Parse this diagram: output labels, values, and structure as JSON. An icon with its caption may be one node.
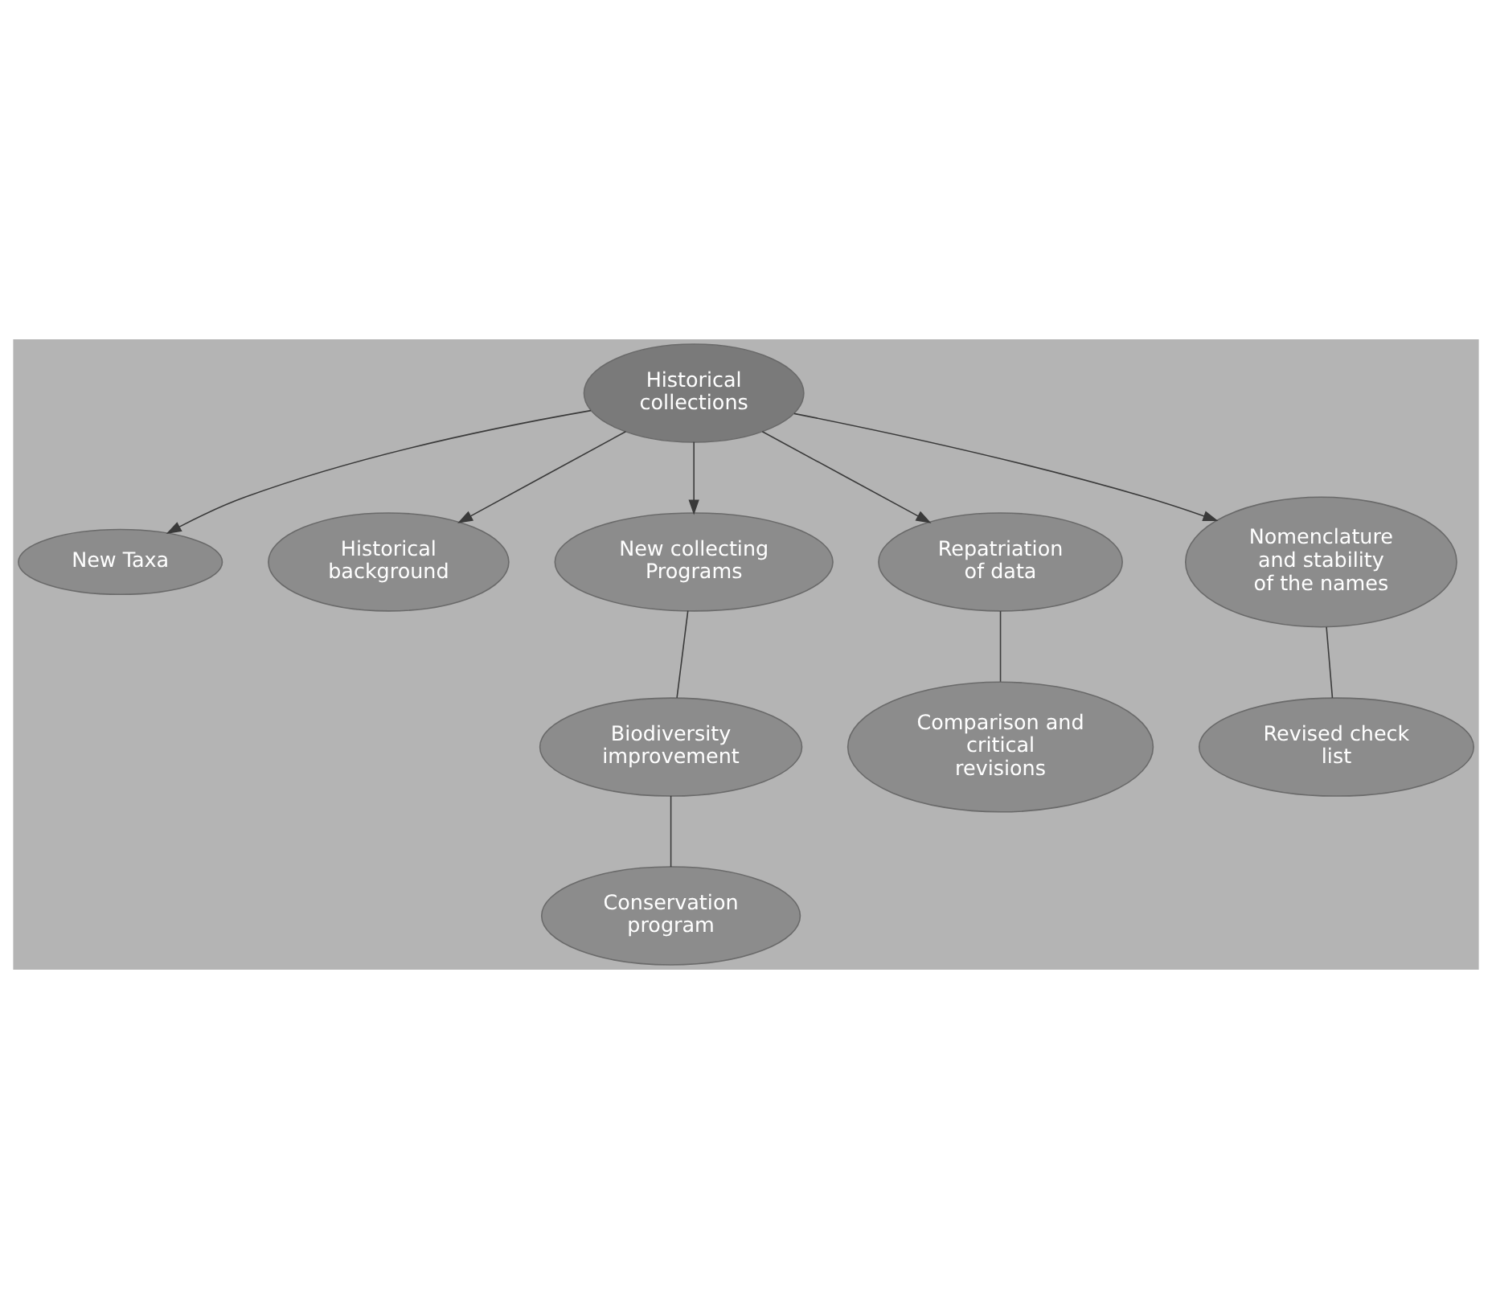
{
  "diagram": {
    "nodes": [
      {
        "text": [
          "Historical collections"
        ]
      },
      {
        "text": [
          "New Taxa"
        ]
      },
      {
        "text": [
          "Historical background"
        ]
      },
      {
        "text": [
          "New collecting Programs"
        ]
      },
      {
        "text": [
          "Repatriation of data"
        ]
      },
      {
        "text": [
          "Nomenclature and stability of the names"
        ]
      },
      {
        "text": [
          "Biodiversity improvement"
        ]
      },
      {
        "text": [
          "Comparison and critical revisions"
        ]
      },
      {
        "text": [
          "Revised check list"
        ]
      },
      {
        "text": [
          "Conservation program"
        ]
      }
    ],
    "edges": [
      {
        "from": 0,
        "to": 1,
        "arrow": "to"
      },
      {
        "from": 0,
        "to": 3,
        "arrow": "to"
      },
      {
        "from": 0,
        "to": 4,
        "arrow": "to"
      },
      {
        "from": 0,
        "to": 5,
        "arrow": "to"
      },
      {
        "from": 0,
        "to": 2,
        "arrow": "to"
      },
      {
        "from": 3,
        "to": 6,
        "arrow": "none"
      },
      {
        "from": 6,
        "to": 9,
        "arrow": "none"
      },
      {
        "from": 4,
        "to": 7,
        "arrow": "none"
      },
      {
        "from": 5,
        "to": 8,
        "arrow": "none"
      }
    ]
  }
}
